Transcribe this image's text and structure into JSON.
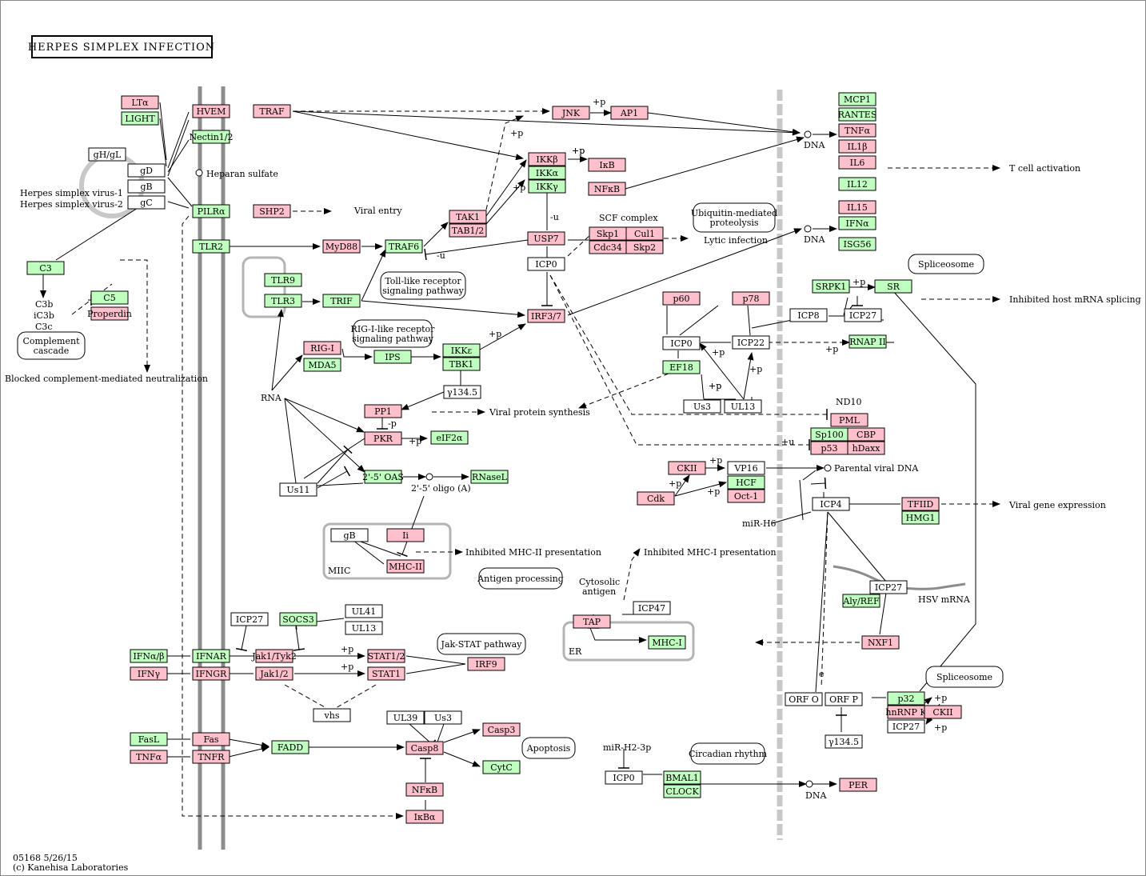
{
  "title": "HERPES SIMPLEX INFECTION",
  "footer": {
    "line1": "05168 5/26/15",
    "line2": "(c) Kanehisa Laboratories"
  },
  "colors": {
    "pink": "#ffc0cb",
    "green": "#bfffbf",
    "white": "#ffffff",
    "membrane": "#8c8c8c",
    "nuclear": "#c8c8c8"
  },
  "nodes": [
    {
      "id": "lta",
      "label": "LTα",
      "color": "pink"
    },
    {
      "id": "light",
      "label": "LIGHT",
      "color": "green"
    },
    {
      "id": "hvem",
      "label": "HVEM",
      "color": "pink"
    },
    {
      "id": "traf",
      "label": "TRAF",
      "color": "pink"
    },
    {
      "id": "nectin",
      "label": "Nectin1/2",
      "color": "green"
    },
    {
      "id": "ghgl",
      "label": "gH/gL",
      "color": "white"
    },
    {
      "id": "gd",
      "label": "gD",
      "color": "white"
    },
    {
      "id": "gb1",
      "label": "gB",
      "color": "white"
    },
    {
      "id": "gc",
      "label": "gC",
      "color": "white"
    },
    {
      "id": "pilra",
      "label": "PILRα",
      "color": "green"
    },
    {
      "id": "shp2",
      "label": "SHP2",
      "color": "pink"
    },
    {
      "id": "tlr2",
      "label": "TLR2",
      "color": "green"
    },
    {
      "id": "myd88",
      "label": "MyD88",
      "color": "pink"
    },
    {
      "id": "traf6",
      "label": "TRAF6",
      "color": "green"
    },
    {
      "id": "tak1",
      "label": "TAK1",
      "color": "pink"
    },
    {
      "id": "tab12",
      "label": "TAB1/2",
      "color": "pink"
    },
    {
      "id": "jnk",
      "label": "JNK",
      "color": "pink"
    },
    {
      "id": "ap1",
      "label": "AP1",
      "color": "pink"
    },
    {
      "id": "ikkb",
      "label": "IKKβ",
      "color": "pink"
    },
    {
      "id": "ikka",
      "label": "IKKα",
      "color": "green"
    },
    {
      "id": "ikkg",
      "label": "IKKγ",
      "color": "green"
    },
    {
      "id": "ikb",
      "label": "IκB",
      "color": "pink"
    },
    {
      "id": "nfkb1",
      "label": "NFκB",
      "color": "pink"
    },
    {
      "id": "usp7",
      "label": "USP7",
      "color": "pink"
    },
    {
      "id": "icp0a",
      "label": "ICP0",
      "color": "white"
    },
    {
      "id": "skp1",
      "label": "Skp1",
      "color": "pink"
    },
    {
      "id": "cul1",
      "label": "Cul1",
      "color": "pink"
    },
    {
      "id": "cdc34",
      "label": "Cdc34",
      "color": "pink"
    },
    {
      "id": "skp2",
      "label": "Skp2",
      "color": "pink"
    },
    {
      "id": "mcp1",
      "label": "MCP1",
      "color": "green"
    },
    {
      "id": "rantes",
      "label": "RANTES",
      "color": "green"
    },
    {
      "id": "tnfa1",
      "label": "TNFα",
      "color": "pink"
    },
    {
      "id": "il1b",
      "label": "IL1β",
      "color": "pink"
    },
    {
      "id": "il6",
      "label": "IL6",
      "color": "pink"
    },
    {
      "id": "il12",
      "label": "IL12",
      "color": "green"
    },
    {
      "id": "il15",
      "label": "IL15",
      "color": "pink"
    },
    {
      "id": "ifna",
      "label": "IFNα",
      "color": "green"
    },
    {
      "id": "isg56",
      "label": "ISG56",
      "color": "green"
    },
    {
      "id": "c3",
      "label": "C3",
      "color": "green"
    },
    {
      "id": "c5",
      "label": "C5",
      "color": "green"
    },
    {
      "id": "properdin",
      "label": "Properdin",
      "color": "pink"
    },
    {
      "id": "tlr9",
      "label": "TLR9",
      "color": "green"
    },
    {
      "id": "tlr3",
      "label": "TLR3",
      "color": "green"
    },
    {
      "id": "trif",
      "label": "TRIF",
      "color": "green"
    },
    {
      "id": "irf37",
      "label": "IRF3/7",
      "color": "pink"
    },
    {
      "id": "rigi",
      "label": "RIG-I",
      "color": "pink"
    },
    {
      "id": "mda5",
      "label": "MDA5",
      "color": "green"
    },
    {
      "id": "ips",
      "label": "IPS",
      "color": "green"
    },
    {
      "id": "ikke",
      "label": "IKKε",
      "color": "green"
    },
    {
      "id": "tbk1",
      "label": "TBK1",
      "color": "green"
    },
    {
      "id": "g345a",
      "label": "γ134.5",
      "color": "white"
    },
    {
      "id": "pp1",
      "label": "PP1",
      "color": "pink"
    },
    {
      "id": "pkr",
      "label": "PKR",
      "color": "pink"
    },
    {
      "id": "eif2a",
      "label": "eIF2α",
      "color": "green"
    },
    {
      "id": "oas",
      "label": "2'-5' OAS",
      "color": "green"
    },
    {
      "id": "rnasel",
      "label": "RNaseL",
      "color": "green"
    },
    {
      "id": "us11",
      "label": "Us11",
      "color": "white"
    },
    {
      "id": "p60",
      "label": "p60",
      "color": "pink"
    },
    {
      "id": "p78",
      "label": "p78",
      "color": "pink"
    },
    {
      "id": "icp0b",
      "label": "ICP0",
      "color": "white"
    },
    {
      "id": "icp22",
      "label": "ICP22",
      "color": "white"
    },
    {
      "id": "ef18",
      "label": "EF18",
      "color": "green"
    },
    {
      "id": "us3a",
      "label": "Us3",
      "color": "white"
    },
    {
      "id": "ul13",
      "label": "UL13",
      "color": "white"
    },
    {
      "id": "srpk1",
      "label": "SRPK1",
      "color": "green"
    },
    {
      "id": "sr",
      "label": "SR",
      "color": "green"
    },
    {
      "id": "icp8",
      "label": "ICP8",
      "color": "white"
    },
    {
      "id": "icp27a",
      "label": "ICP27",
      "color": "white"
    },
    {
      "id": "rnap2",
      "label": "RNAP II",
      "color": "green"
    },
    {
      "id": "pml",
      "label": "PML",
      "color": "pink"
    },
    {
      "id": "sp100",
      "label": "Sp100",
      "color": "green"
    },
    {
      "id": "cbp",
      "label": "CBP",
      "color": "pink"
    },
    {
      "id": "p53",
      "label": "p53",
      "color": "pink"
    },
    {
      "id": "hdaxx",
      "label": "hDaxx",
      "color": "pink"
    },
    {
      "id": "ckii1",
      "label": "CKII",
      "color": "pink"
    },
    {
      "id": "vp16",
      "label": "VP16",
      "color": "white"
    },
    {
      "id": "hcf",
      "label": "HCF",
      "color": "green"
    },
    {
      "id": "oct1",
      "label": "Oct-1",
      "color": "pink"
    },
    {
      "id": "cdk",
      "label": "Cdk",
      "color": "pink"
    },
    {
      "id": "icp4",
      "label": "ICP4",
      "color": "white"
    },
    {
      "id": "tfiid",
      "label": "TFIID",
      "color": "pink"
    },
    {
      "id": "hmg1",
      "label": "HMG1",
      "color": "green"
    },
    {
      "id": "gb2",
      "label": "gB",
      "color": "white"
    },
    {
      "id": "ii",
      "label": "Ii",
      "color": "pink"
    },
    {
      "id": "mhc2",
      "label": "MHC-II",
      "color": "pink"
    },
    {
      "id": "icp27b",
      "label": "ICP27",
      "color": "white"
    },
    {
      "id": "alyref",
      "label": "Aly/REF",
      "color": "green"
    },
    {
      "id": "nxf1",
      "label": "NXF1",
      "color": "pink"
    },
    {
      "id": "icp47",
      "label": "ICP47",
      "color": "white"
    },
    {
      "id": "tap",
      "label": "TAP",
      "color": "pink"
    },
    {
      "id": "mhc1",
      "label": "MHC-I",
      "color": "green"
    },
    {
      "id": "icp27c",
      "label": "ICP27",
      "color": "white"
    },
    {
      "id": "socs3",
      "label": "SOCS3",
      "color": "green"
    },
    {
      "id": "ul41",
      "label": "UL41",
      "color": "white"
    },
    {
      "id": "ul13b",
      "label": "UL13",
      "color": "white"
    },
    {
      "id": "ifnab",
      "label": "IFNα/β",
      "color": "green"
    },
    {
      "id": "ifnar",
      "label": "IFNAR",
      "color": "green"
    },
    {
      "id": "jak1tyk2",
      "label": "Jak1/Tyk2",
      "color": "pink"
    },
    {
      "id": "stat12",
      "label": "STAT1/2",
      "color": "pink"
    },
    {
      "id": "irf9",
      "label": "IRF9",
      "color": "pink"
    },
    {
      "id": "ifng",
      "label": "IFNγ",
      "color": "pink"
    },
    {
      "id": "ifngr",
      "label": "IFNGR",
      "color": "pink"
    },
    {
      "id": "jak12",
      "label": "Jak1/2",
      "color": "pink"
    },
    {
      "id": "stat1",
      "label": "STAT1",
      "color": "pink"
    },
    {
      "id": "vhs",
      "label": "vhs",
      "color": "white"
    },
    {
      "id": "orfo",
      "label": "ORF O",
      "color": "white"
    },
    {
      "id": "orfp",
      "label": "ORF P",
      "color": "white"
    },
    {
      "id": "p32",
      "label": "p32",
      "color": "green"
    },
    {
      "id": "hnrnpk",
      "label": "hnRNP K",
      "color": "pink"
    },
    {
      "id": "ckii2",
      "label": "CKII",
      "color": "pink"
    },
    {
      "id": "icp27d",
      "label": "ICP27",
      "color": "white"
    },
    {
      "id": "g345b",
      "label": "γ134.5",
      "color": "white"
    },
    {
      "id": "ul39",
      "label": "UL39",
      "color": "white"
    },
    {
      "id": "us3b",
      "label": "Us3",
      "color": "white"
    },
    {
      "id": "fasl",
      "label": "FasL",
      "color": "green"
    },
    {
      "id": "fas",
      "label": "Fas",
      "color": "pink"
    },
    {
      "id": "tnfa2",
      "label": "TNFα",
      "color": "pink"
    },
    {
      "id": "tnfr",
      "label": "TNFR",
      "color": "pink"
    },
    {
      "id": "fadd",
      "label": "FADD",
      "color": "green"
    },
    {
      "id": "casp8",
      "label": "Casp8",
      "color": "pink"
    },
    {
      "id": "casp3",
      "label": "Casp3",
      "color": "pink"
    },
    {
      "id": "cytc",
      "label": "CytC",
      "color": "green"
    },
    {
      "id": "nfkb2",
      "label": "NFκB",
      "color": "pink"
    },
    {
      "id": "ikba",
      "label": "IκBα",
      "color": "pink"
    },
    {
      "id": "icp0c",
      "label": "ICP0",
      "color": "white"
    },
    {
      "id": "bmal1",
      "label": "BMAL1",
      "color": "green"
    },
    {
      "id": "clock",
      "label": "CLOCK",
      "color": "green"
    },
    {
      "id": "per",
      "label": "PER",
      "color": "pink"
    }
  ],
  "pathway_boxes": [
    {
      "id": "ubiq",
      "label": "Ubiquitin-mediated\nproteolysis"
    },
    {
      "id": "tlrpath",
      "label": "Toll-like receptor\nsignaling pathway"
    },
    {
      "id": "rigpath",
      "label": "RIG-I-like receptor\nsignaling pathway"
    },
    {
      "id": "compl",
      "label": "Complement\ncascade"
    },
    {
      "id": "splice1",
      "label": "Spliceosome"
    },
    {
      "id": "splice2",
      "label": "Spliceosome"
    },
    {
      "id": "antigen",
      "label": "Antigen processing"
    },
    {
      "id": "jakstat",
      "label": "Jak-STAT pathway"
    },
    {
      "id": "apopt",
      "label": "Apoptosis"
    },
    {
      "id": "circ",
      "label": "Circadian rhythm"
    }
  ],
  "labels": [
    {
      "id": "l_hep",
      "text": "Heparan sulfate"
    },
    {
      "id": "l_hsv1",
      "text": "Herpes simplex virus-1"
    },
    {
      "id": "l_hsv2",
      "text": "Herpes simplex virus-2"
    },
    {
      "id": "l_ventry",
      "text": "Viral entry"
    },
    {
      "id": "l_tcell",
      "text": "T cell activation"
    },
    {
      "id": "l_dna1",
      "text": "DNA"
    },
    {
      "id": "l_dna2",
      "text": "DNA"
    },
    {
      "id": "l_dna3",
      "text": "DNA"
    },
    {
      "id": "l_scf",
      "text": "SCF complex"
    },
    {
      "id": "l_lytic",
      "text": "Lytic infection"
    },
    {
      "id": "l_inhib_splice",
      "text": "Inhibited host mRNA splicing"
    },
    {
      "id": "l_c3b",
      "text": "C3b"
    },
    {
      "id": "l_ic3b",
      "text": "iC3b"
    },
    {
      "id": "l_c3c",
      "text": "C3c"
    },
    {
      "id": "l_blocked",
      "text": "Blocked complement-mediated neutralization"
    },
    {
      "id": "l_rna",
      "text": "RNA"
    },
    {
      "id": "l_vps",
      "text": "Viral protein synthesis"
    },
    {
      "id": "l_nd10",
      "text": "ND10"
    },
    {
      "id": "l_oligo",
      "text": "2'-5' oligo (A)"
    },
    {
      "id": "l_pvdna",
      "text": "Parental viral DNA"
    },
    {
      "id": "l_mirh6",
      "text": "miR-H6"
    },
    {
      "id": "l_vge",
      "text": "Viral gene expression"
    },
    {
      "id": "l_imhc2",
      "text": "Inhibited MHC-II presentation"
    },
    {
      "id": "l_miic",
      "text": "MIIC"
    },
    {
      "id": "l_imhc1",
      "text": "Inhibited MHC-I presentation"
    },
    {
      "id": "l_cyto",
      "text": "Cytosolic"
    },
    {
      "id": "l_antigen",
      "text": "antigen"
    },
    {
      "id": "l_hsvmrna",
      "text": "HSV mRNA"
    },
    {
      "id": "l_er",
      "text": "ER"
    },
    {
      "id": "l_mirh23",
      "text": "miR-H2-3p"
    },
    {
      "id": "l_e",
      "text": "e"
    },
    {
      "id": "p1",
      "text": "+p"
    },
    {
      "id": "p2",
      "text": "+p"
    },
    {
      "id": "p3",
      "text": "+p"
    },
    {
      "id": "p4",
      "text": "+p"
    },
    {
      "id": "p5",
      "text": "+p"
    },
    {
      "id": "p6",
      "text": "+p"
    },
    {
      "id": "p7",
      "text": "+p"
    },
    {
      "id": "p8",
      "text": "+p"
    },
    {
      "id": "p9",
      "text": "+p"
    },
    {
      "id": "p10",
      "text": "+p"
    },
    {
      "id": "p11",
      "text": "+p"
    },
    {
      "id": "p12",
      "text": "+p"
    },
    {
      "id": "p13",
      "text": "+p"
    },
    {
      "id": "p14",
      "text": "+p"
    },
    {
      "id": "p15",
      "text": "+p"
    },
    {
      "id": "p16",
      "text": "+p"
    },
    {
      "id": "p17",
      "text": "+p"
    },
    {
      "id": "p18",
      "text": "+p"
    },
    {
      "id": "p19",
      "text": "+p"
    },
    {
      "id": "p20",
      "text": "+p"
    },
    {
      "id": "m1",
      "text": "-u"
    },
    {
      "id": "m2",
      "text": "-u"
    },
    {
      "id": "m3",
      "text": "-p"
    },
    {
      "id": "u1",
      "text": "+u"
    }
  ]
}
